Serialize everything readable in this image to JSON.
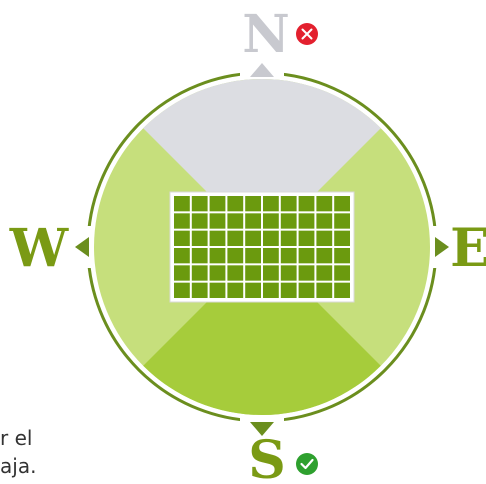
{
  "compass": {
    "north": {
      "letter": "N",
      "status_icon": "cross-icon",
      "status_color": "#e3202e"
    },
    "south": {
      "letter": "S",
      "status_icon": "check-icon",
      "status_color": "#2ea02e"
    },
    "east": {
      "letter": "E"
    },
    "west": {
      "letter": "W"
    }
  },
  "colors": {
    "north_letter": "#c8c9cf",
    "south_letter": "#7a9a14",
    "ew_letters": "#7a9a14",
    "ring": "#6b8e1e",
    "north_sector": "#dcdde2",
    "side_sectors": "#c6df7c",
    "south_sector": "#a6cc3b",
    "panel_cell": "#6b9a0e",
    "panel_line": "#ffffff"
  },
  "panel": {
    "rows": 6,
    "cols": 10
  },
  "side_text": {
    "line1": "r el",
    "line2": "aja."
  }
}
